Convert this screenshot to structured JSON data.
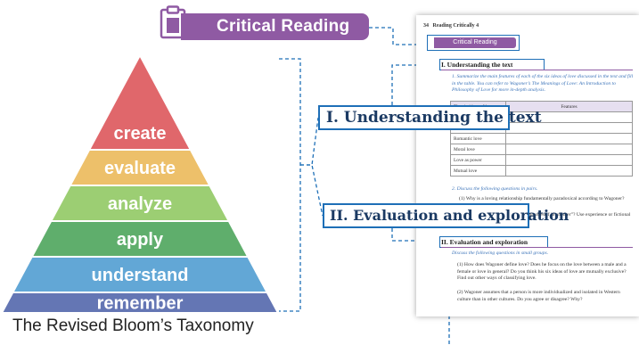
{
  "header": {
    "title": "Critical Reading",
    "icon": "clipboard-icon",
    "color": "#8f5aa3"
  },
  "pyramid": {
    "levels": [
      {
        "label": "create",
        "color": "#e0676b"
      },
      {
        "label": "evaluate",
        "color": "#edc06a"
      },
      {
        "label": "analyze",
        "color": "#9cce73"
      },
      {
        "label": "apply",
        "color": "#5fae6c"
      },
      {
        "label": "understand",
        "color": "#62a7d6"
      },
      {
        "label": "remember",
        "color": "#6476b4"
      }
    ],
    "caption": "The Revised Bloom’s Taxonomy"
  },
  "callouts": {
    "section_1": "I.  Understanding the text",
    "section_2": "II. Evaluation and exploration"
  },
  "page": {
    "page_number": "34",
    "running_head": "Reading Critically 4",
    "tag": "Critical Reading",
    "section_1_heading": "I. Understanding the text",
    "section_1_instruction": "1.  Summarize the main features of each of the six ideas of love discussed in the text and fill in the table. You can refer to Wagoner’s The Meanings of Love: An Introduction to Philosophy of Love for more in-depth analysis.",
    "table": {
      "headers": [
        "The six ideas of love",
        "Features"
      ],
      "rows": [
        "",
        "",
        "Romantic love",
        "Moral love",
        "Love as power",
        "Mutual love"
      ]
    },
    "q2_instruction": "2.  Discuss the following questions in pairs.",
    "q2_item1": "(1) Why is a loving relationship fundamentally paradoxical according to Wagoner?",
    "q2_item2": "(2) Do you agree that “love is finding oneself in another”? Use experience or fictional anecdotes as evidence.",
    "section_2_heading": "II. Evaluation and exploration",
    "section_2_instruction": "Discuss the following questions in small groups.",
    "s2_item1": "(1) How does Wagoner define love? Does he focus on the love between a male and a female or love in general? Do you think his six ideas of love are mutually exclusive? Find out other ways of classifying love.",
    "s2_item2": "(2) Wagoner assumes that a person is more individualized and isolated in Western culture than in other cultures. Do you agree or disagree? Why?"
  },
  "accent_color": "#1e6fb7"
}
